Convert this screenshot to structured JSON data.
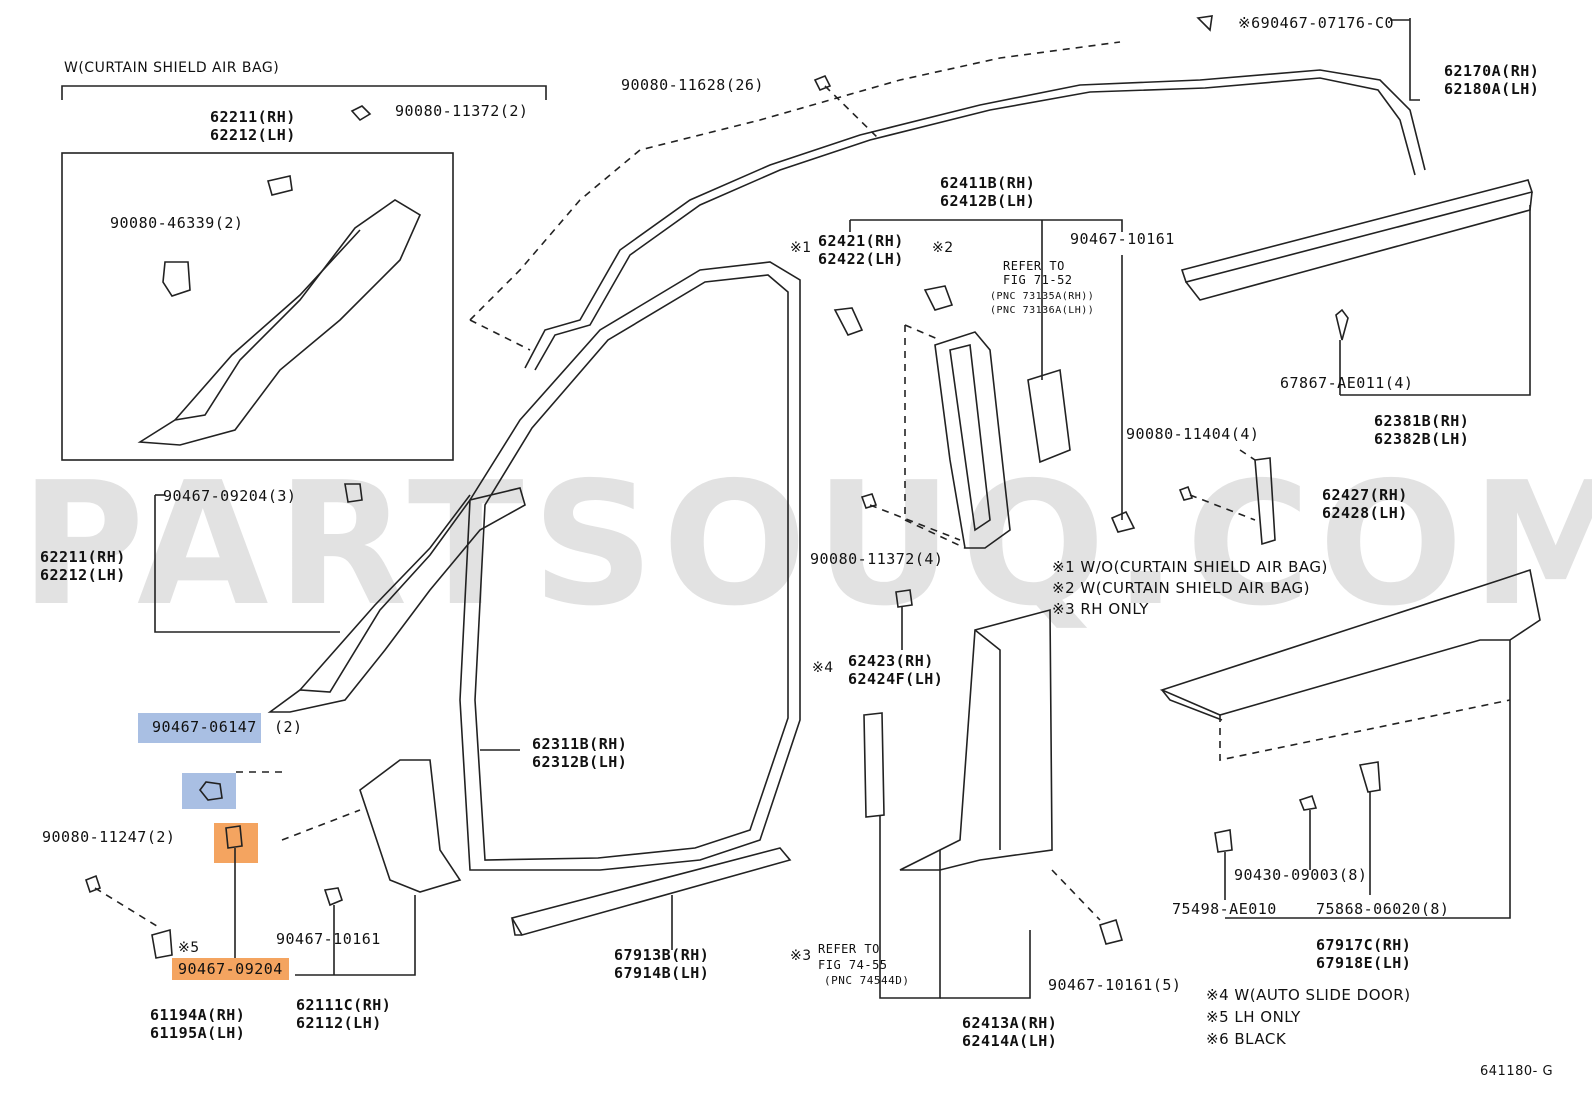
{
  "watermark": "PARTSOUQ.COM",
  "figure_code": "641180- G",
  "inset_title": "W(CURTAIN SHIELD AIR BAG)",
  "labels": {
    "l62211a": "62211(RH)",
    "l62212a": "62212(LH)",
    "l90080_11372_2": "90080-11372(2)",
    "l90080_46339": "90080-46339(2)",
    "l90467_09204_3": "90467-09204(3)",
    "l62211b": "62211(RH)",
    "l62212b": "62212(LH)",
    "l90467_06147_code": "90467-06147",
    "l90467_06147_qty": "(2)",
    "l90080_11247": "90080-11247(2)",
    "l90467_09204_code": "90467-09204",
    "note5_mark": "※5",
    "l61194a": "61194A(RH)",
    "l61195a": "61195A(LH)",
    "l90467_10161a": "90467-10161",
    "l62111c": "62111C(RH)",
    "l62112": "62112(LH)",
    "l62311b": "62311B(RH)",
    "l62312b": "62312B(LH)",
    "l67913b": "67913B(RH)",
    "l67914b": "67914B(LH)",
    "l90080_11628": "90080-11628(26)",
    "l90467_07176": "※690467-07176-C0",
    "l62170a": "62170A(RH)",
    "l62180a": "62180A(LH)",
    "l62411b": "62411B(RH)",
    "l62412b": "62412B(LH)",
    "mark1": "※1",
    "l62421": "62421(RH)",
    "l62422": "62422(LH)",
    "mark2": "※2",
    "l90467_10161b": "90467-10161",
    "refer71_1": "REFER TO",
    "refer71_2": "FIG 71-52",
    "refer71_3": "(PNC 73135A(RH))",
    "refer71_4": "(PNC 73136A(LH))",
    "l67867": "67867-AE011(4)",
    "l62381b": "62381B(RH)",
    "l62382b": "62382B(LH)",
    "l90080_11404": "90080-11404(4)",
    "l62427": "62427(RH)",
    "l62428": "62428(LH)",
    "l90080_11372_4": "90080-11372(4)",
    "mark4": "※4",
    "l62423": "62423(RH)",
    "l62424f": "62424F(LH)",
    "refer74_mark": "※3",
    "refer74_1": "REFER TO",
    "refer74_2": "FIG 74-55",
    "refer74_3": "(PNC 74544D)",
    "l90467_10161_5": "90467-10161(5)",
    "l62413a": "62413A(RH)",
    "l62414a": "62414A(LH)",
    "l90430": "90430-09003(8)",
    "l75498": "75498-AE010",
    "l75868": "75868-06020(8)",
    "l67917c": "67917C(RH)",
    "l67918e": "67918E(LH)"
  },
  "notes": [
    "※1  W/O(CURTAIN SHIELD AIR BAG)",
    "※2  W(CURTAIN SHIELD AIR BAG)",
    "※3 RH ONLY",
    "※4 W(AUTO SLIDE DOOR)",
    "※5 LH ONLY",
    "※6 BLACK"
  ],
  "colors": {
    "highlight_blue": "#a9bfe3",
    "highlight_orange": "#f4a460",
    "line": "#222222"
  }
}
